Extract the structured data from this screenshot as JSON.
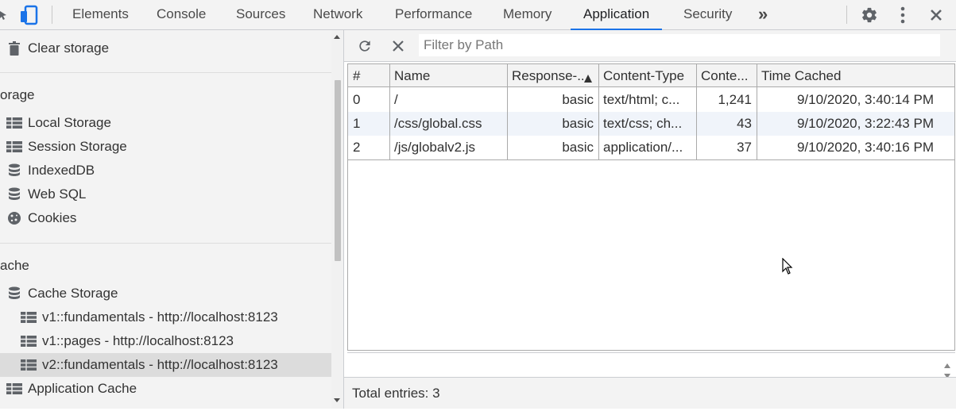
{
  "devtools": {
    "tabs": [
      "Elements",
      "Console",
      "Sources",
      "Network",
      "Performance",
      "Memory",
      "Application",
      "Security"
    ],
    "active_tab": "Application",
    "more_tabs_label": "»"
  },
  "sidebar": {
    "clear_storage": "Clear storage",
    "storage_header": "orage",
    "storage_items": [
      "Local Storage",
      "Session Storage",
      "IndexedDB",
      "Web SQL",
      "Cookies"
    ],
    "cache_header": "ache",
    "cache_storage": "Cache Storage",
    "caches": [
      "v1::fundamentals - http://localhost:8123",
      "v1::pages - http://localhost:8123",
      "v2::fundamentals - http://localhost:8123"
    ],
    "selected_cache": "v2::fundamentals - http://localhost:8123",
    "application_cache": "Application Cache"
  },
  "toolbar": {
    "filter_placeholder": "Filter by Path"
  },
  "table": {
    "columns": [
      "#",
      "Name",
      "Response-...",
      "Content-Type",
      "Conte...",
      "Time Cached"
    ],
    "sort_column": "Response-...",
    "sort_direction": "ascending",
    "rows": [
      {
        "index": "0",
        "name": "/",
        "response": "basic",
        "content_type": "text/html; c...",
        "content_length": "1,241",
        "time_cached": "9/10/2020, 3:40:14 PM"
      },
      {
        "index": "1",
        "name": "/css/global.css",
        "response": "basic",
        "content_type": "text/css; ch...",
        "content_length": "43",
        "time_cached": "9/10/2020, 3:22:43 PM"
      },
      {
        "index": "2",
        "name": "/js/globalv2.js",
        "response": "basic",
        "content_type": "application/...",
        "content_length": "37",
        "time_cached": "9/10/2020, 3:40:16 PM"
      }
    ]
  },
  "footer": {
    "total_entries": "Total entries: 3"
  },
  "colors": {
    "accent": "#1a73e8",
    "panel_bg": "#f3f3f3",
    "selected_row": "#dcdcdc"
  }
}
